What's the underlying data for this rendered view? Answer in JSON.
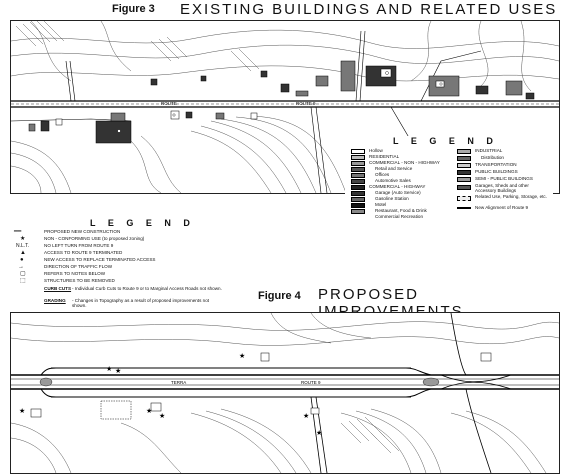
{
  "figure3": {
    "label": "Figure 3",
    "title": "EXISTING BUILDINGS AND RELATED USES",
    "route_labels": [
      "ROUTE",
      "ROUTE 9"
    ],
    "legend": {
      "title": "L E G E N D",
      "left_column": [
        "Hollow",
        "RESIDENTIAL",
        "COMMERCIAL - NON - HIGHWAY",
        "Retail and Service",
        "Offices",
        "Automotive Sales",
        "COMMERCIAL - HIGHWAY",
        "Garage (Auto Service)",
        "Gasoline Station",
        "Motel",
        "Restaurant, Food & Drink",
        "Commercial Recreation"
      ],
      "right_column": [
        "INDUSTRIAL",
        "Distribution",
        "TRANSPORTATION",
        "PUBLIC BUILDINGS",
        "SEMI - PUBLIC BUILDINGS",
        "Garages, Sheds and other Accessory Buildings",
        "Related Use, Parking, Storage, etc.",
        "New Alignment of Route 9"
      ]
    }
  },
  "figure4": {
    "label": "Figure 4",
    "title": "PROPOSED IMPROVEMENTS",
    "route_labels": [
      "TERRA",
      "ROUTE 9"
    ],
    "legend": {
      "title": "L E G E N D",
      "items": [
        {
          "symbol": "━━",
          "text": "PROPOSED NEW CONSTRUCTION"
        },
        {
          "symbol": "★",
          "text": "NON - CONFORMING USE (to proposed zoning)"
        },
        {
          "symbol": "N.L.T.",
          "text": "NO LEFT TURN FROM ROUTE 9"
        },
        {
          "symbol": "▲",
          "text": "ACCESS TO ROUTE 9 TERMINATED"
        },
        {
          "symbol": "●",
          "text": "NEW ACCESS TO REPLACE TERMINATED ACCESS"
        },
        {
          "symbol": "→",
          "text": "DIRECTION OF TRAFFIC FLOW"
        },
        {
          "symbol": "▢",
          "text": "REFERS TO NOTES BELOW"
        },
        {
          "symbol": "⬚",
          "text": "STRUCTURES TO BE REMOVED"
        }
      ],
      "notes": [
        {
          "label": "CURB CUTS",
          "text": "- Individual Curb Cuts to Route 9 or to Marginal Access Roads not shown."
        },
        {
          "label": "GRADING",
          "text": "- Changes in Topography as a result of proposed improvements not shown."
        }
      ]
    }
  }
}
